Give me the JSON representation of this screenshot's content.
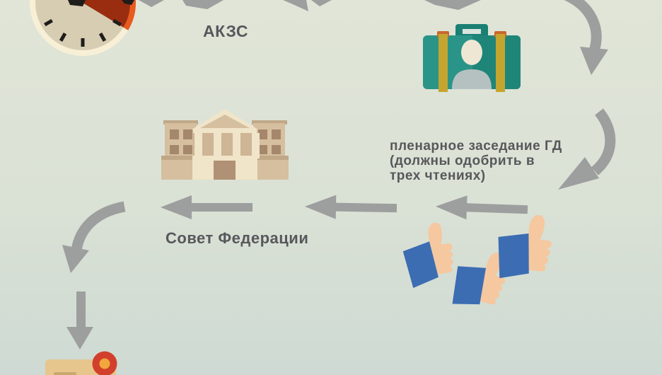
{
  "infographic": {
    "labels": {
      "akzs": "АКЗС",
      "plenary": {
        "line1": "пленарное заседание ГД",
        "line2": "(должны одобрить в",
        "line3": "трех чтениях)"
      },
      "sovet_federacii": "Совет Федерации"
    },
    "icons": [
      "clock-timer-icon",
      "briefcase-delegate-icon",
      "parliament-building-icon",
      "thumbs-up-icon",
      "signed-document-seal-icon",
      "flow-arrow-icon"
    ],
    "approval_thumbs_count": 3,
    "flow_sequence": [
      "АКЗС",
      "пленарное заседание ГД (должны одобрить в трех чтениях)",
      "Совет Федерации"
    ]
  },
  "colors": {
    "bg-top": "#e0e5d7",
    "bg-mid": "#dae1d5",
    "bg-bottom": "#cedad3",
    "arrow": "#9d9e9e",
    "text": "#57585b",
    "clock-ring": "#f7f0d6",
    "clock-face": "#d7cdb3",
    "clock-slice": "#9a2d0f",
    "clock-rim": "#e85a1e",
    "clock-tick": "#1f1d1a",
    "case-teal": "#2a9488",
    "case-teal-dark": "#1f8579",
    "case-handle": "#1b7f74",
    "case-slot": "#d9e4dc",
    "case-strap": "#c3a52f",
    "case-buckle": "#c9662e",
    "case-head": "#eee7d4",
    "case-body": "#b5c1c1",
    "bld-light": "#f0e4c9",
    "bld-mid": "#d5bf9f",
    "bld-dark": "#a5876b",
    "bld-door": "#b09176",
    "bld-shadow": "#cdb595",
    "bld-edge": "#c0a887",
    "doc-tan": "#e6c68c",
    "doc-dark": "#c9a96b",
    "seal-red": "#d2402c",
    "seal-orange": "#f2a63e",
    "thumb-skin": "#f5c8a0",
    "thumb-blue": "#3c6db2"
  }
}
